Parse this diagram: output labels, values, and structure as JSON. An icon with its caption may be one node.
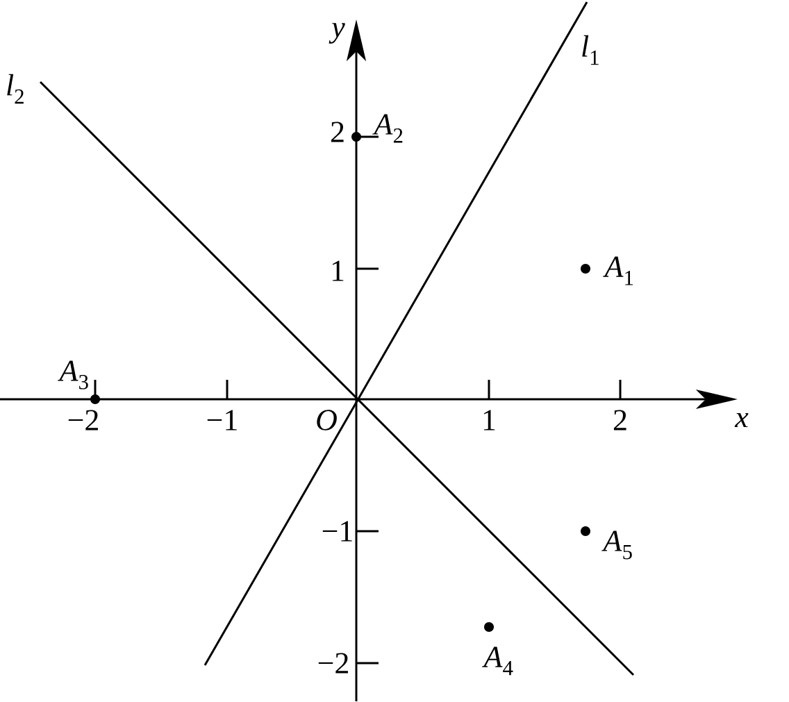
{
  "diagram": {
    "labels": [
      "*y*",
      "*l*$_{1}$",
      "*l*$_{2}$",
      "2",
      "*A*$_{2}$",
      "1",
      "*A*$_{1}$",
      "*A*$_{3}$",
      "−2",
      "−1",
      "*O*",
      "1",
      "2",
      "*x*",
      "−1",
      "*A*$_{5}$",
      "−2",
      "*A*$_{4}$"
    ]
  }
}
